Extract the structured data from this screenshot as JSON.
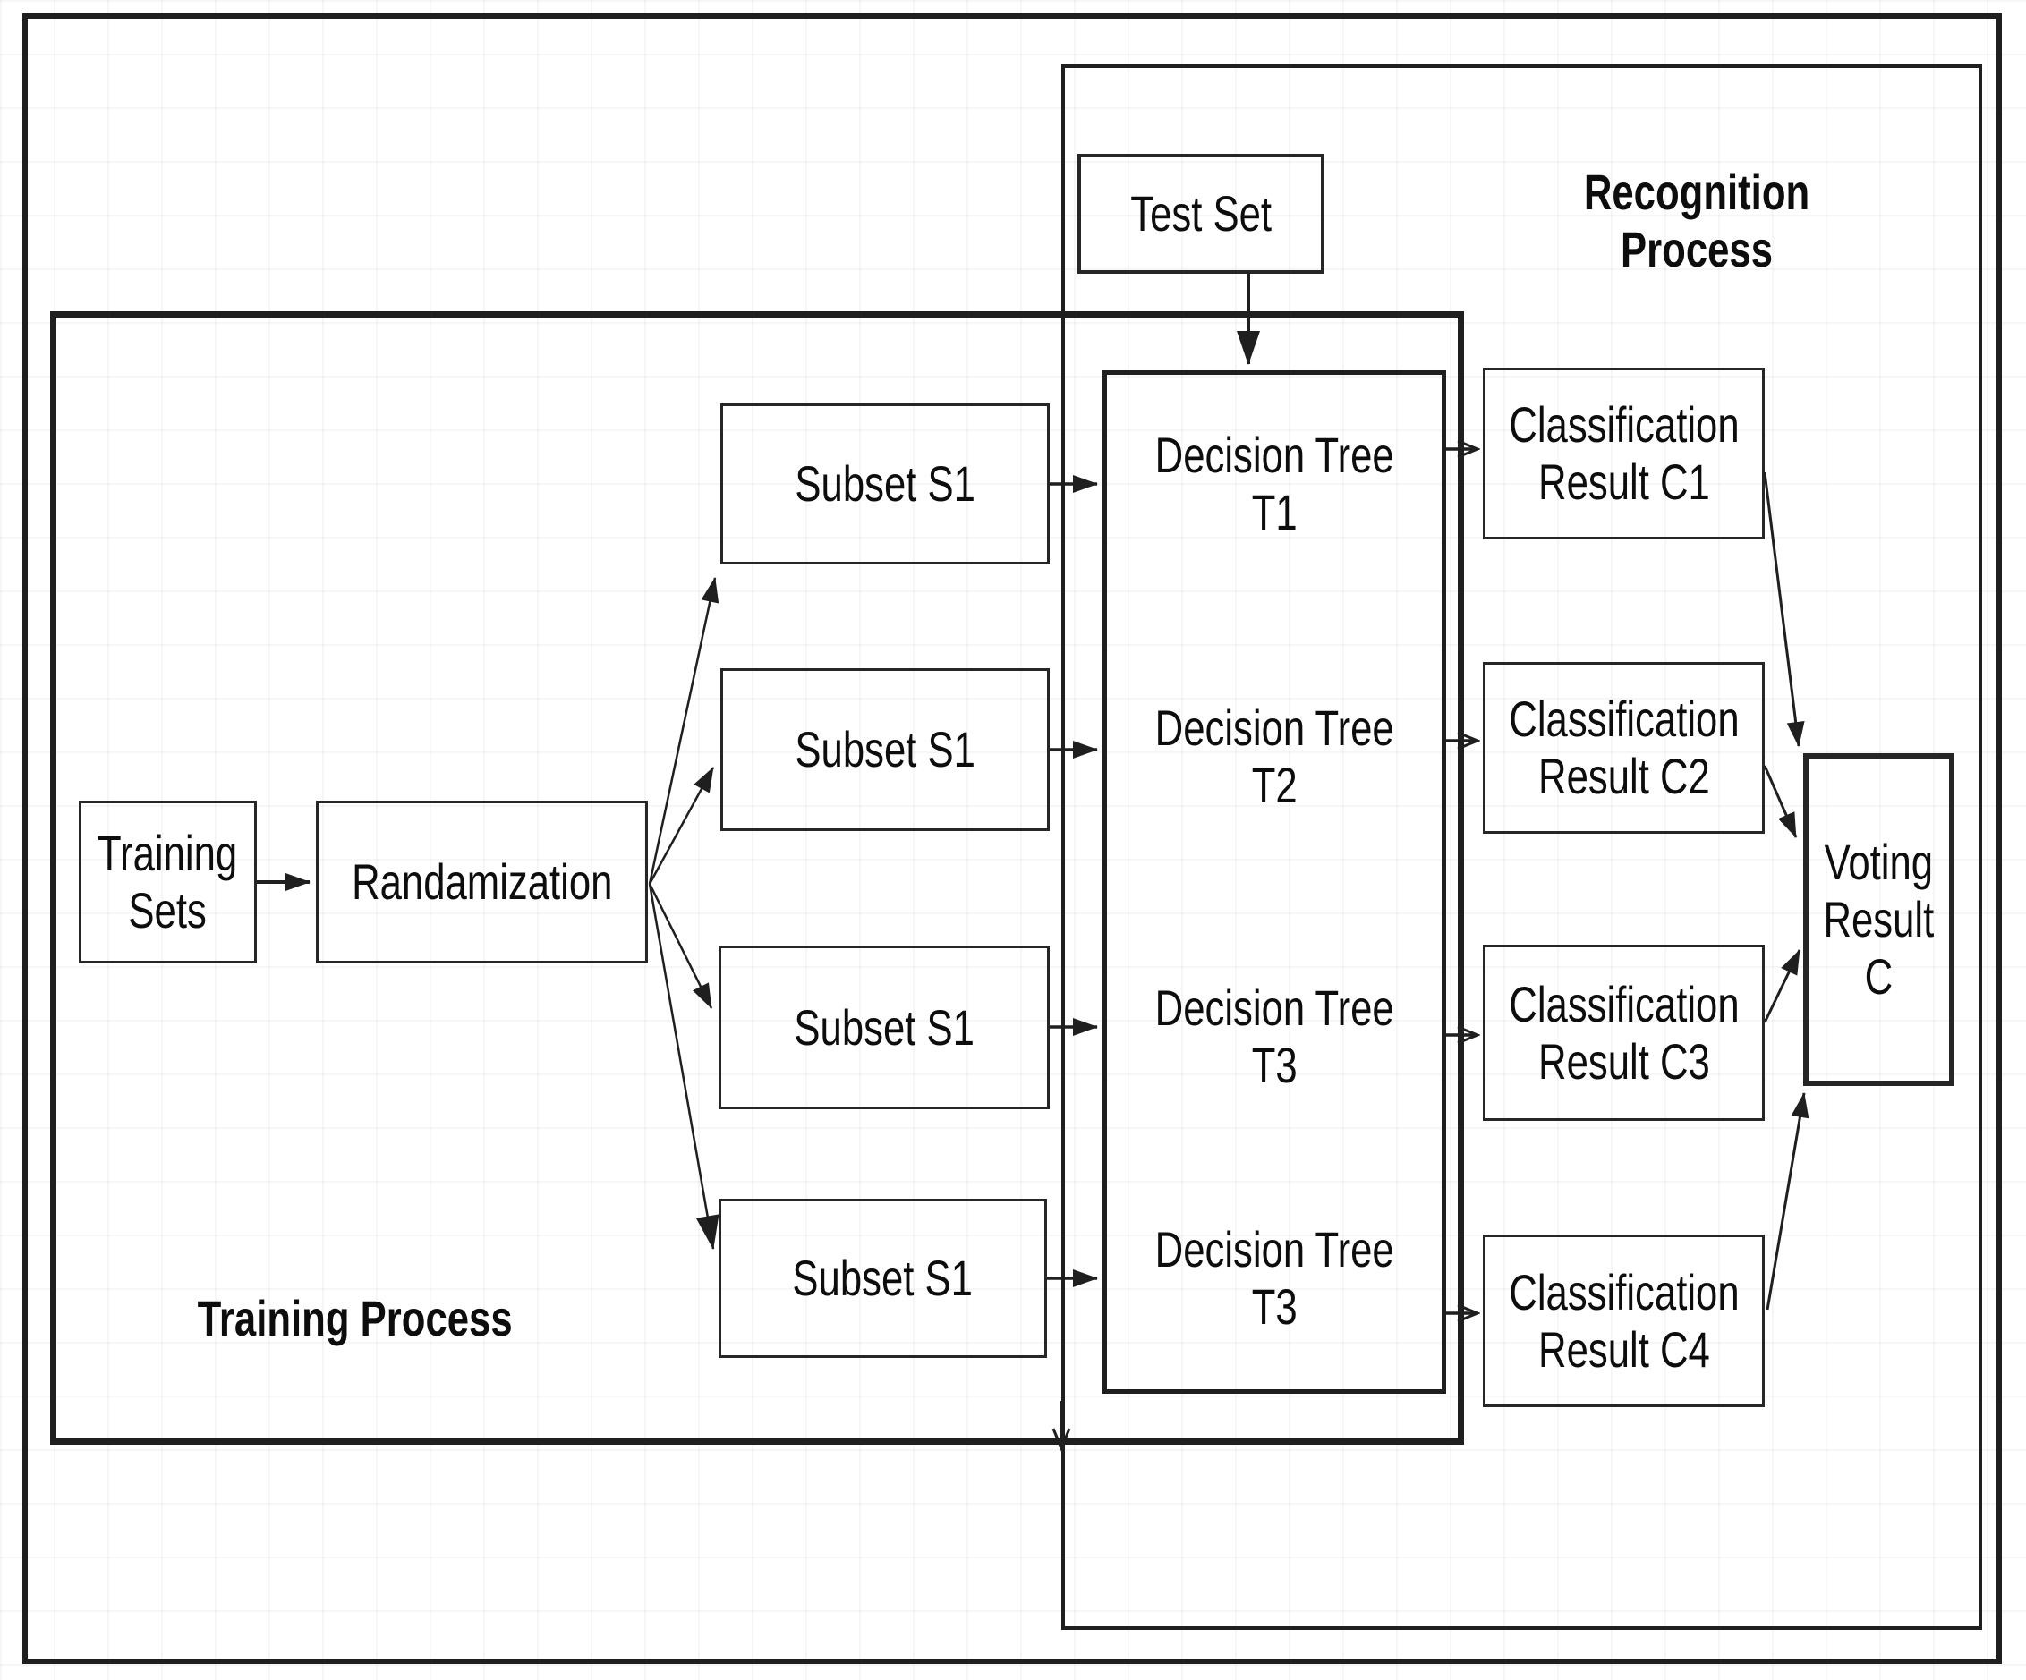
{
  "diagram": {
    "title_labels": {
      "recognition": "Recognition Process",
      "training": "Training Process"
    },
    "nodes": {
      "test_set": "Test Set",
      "training_sets": "Training\nSets",
      "randomization": "Randamization",
      "subsets": [
        "Subset S1",
        "Subset S1",
        "Subset S1",
        "Subset S1"
      ],
      "decision_trees": [
        "Decision Tree\nT1",
        "Decision Tree\nT2",
        "Decision Tree\nT3",
        "Decision Tree\nT3"
      ],
      "classification_results": [
        "Classification\nResult C1",
        "Classification\nResult C2",
        "Classification\nResult C3",
        "Classification\nResult C4"
      ],
      "voting": "Voting\nResult\nC"
    },
    "colors": {
      "line": "#1f1f1f",
      "text": "#0d0d0d",
      "background": "#ffffff",
      "grid": "#ededed"
    }
  }
}
